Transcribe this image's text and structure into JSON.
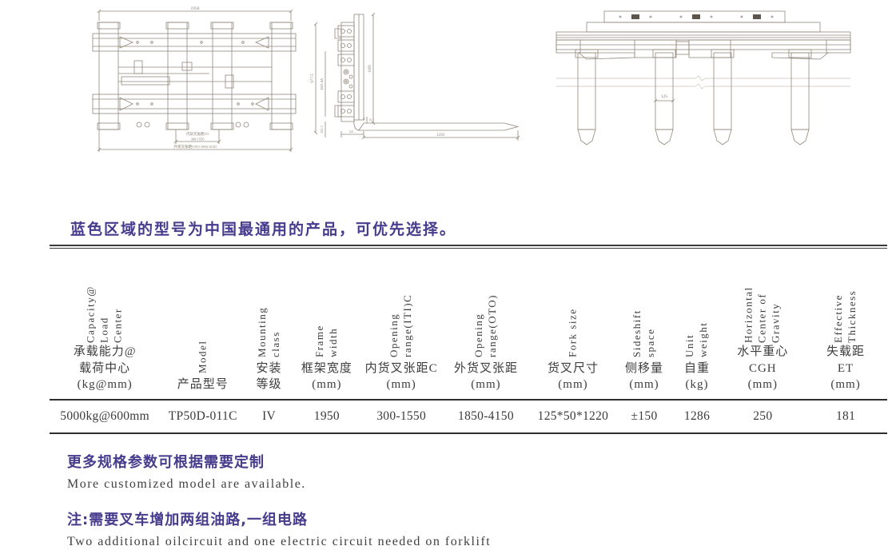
{
  "colors": {
    "accent": "#463b8d",
    "text": "#3a3a3a",
    "rule": "#2e2e2e",
    "drawing_stroke": "#92877a"
  },
  "notice": "蓝色区域的型号为中国最通用的产品，可优先选择。",
  "drawings": {
    "front": {
      "dim_width": "1950",
      "iti_label": "内货叉张距ITI",
      "iti_value": "300-1550",
      "oto_label": "外货叉张距OTO 1850-4150"
    },
    "side": {
      "dim_height": "977.5",
      "dim_iso": "ISO 4A",
      "dim_offset": "121.5",
      "dim_vertical": "1000",
      "dim_heel_top": "50",
      "dim_heel_bottom": "25",
      "dim_ll": "LL",
      "dim_blade": "1250"
    },
    "top": {
      "dim_fork_width": "125"
    }
  },
  "table": {
    "columns": [
      {
        "en": "Capacity@\nLoad\nCenter",
        "zh": "承载能力@\n载荷中心\n(kg@mm)"
      },
      {
        "en": "Model",
        "zh": "产品型号"
      },
      {
        "en": "Mounting\nclass",
        "zh": "安装\n等级"
      },
      {
        "en": "Frame\nwidth",
        "zh": "框架宽度\n(mm)"
      },
      {
        "en": "Opening\nrange(ITI)C",
        "zh": "内货叉张距C\n(mm)"
      },
      {
        "en": "Opening\nrange(OTO)",
        "zh": "外货叉张距\n(mm)"
      },
      {
        "en": "Fork size",
        "zh": "货叉尺寸\n(mm)"
      },
      {
        "en": "Sideshift\nspace",
        "zh": "侧移量\n(mm)"
      },
      {
        "en": "Unit\nweight",
        "zh": "自重\n(kg)"
      },
      {
        "en": "Horizontal\nCenter of\nGravity",
        "zh": "水平重心\nCGH\n(mm)"
      },
      {
        "en": "Effective\nThickness",
        "zh": "失载距\nET\n(mm)"
      }
    ],
    "row": [
      "5000kg@600mm",
      "TP50D-011C",
      "IV",
      "1950",
      "300-1550",
      "1850-4150",
      "125*50*1220",
      "±150",
      "1286",
      "250",
      "181"
    ]
  },
  "notes": [
    {
      "zh": "更多规格参数可根据需要定制",
      "en": "More customized model are available."
    },
    {
      "zh": "注:需要叉车增加两组油路,一组电路",
      "en": "Two additional oilcircuit and one electric circuit needed on forklift"
    }
  ]
}
